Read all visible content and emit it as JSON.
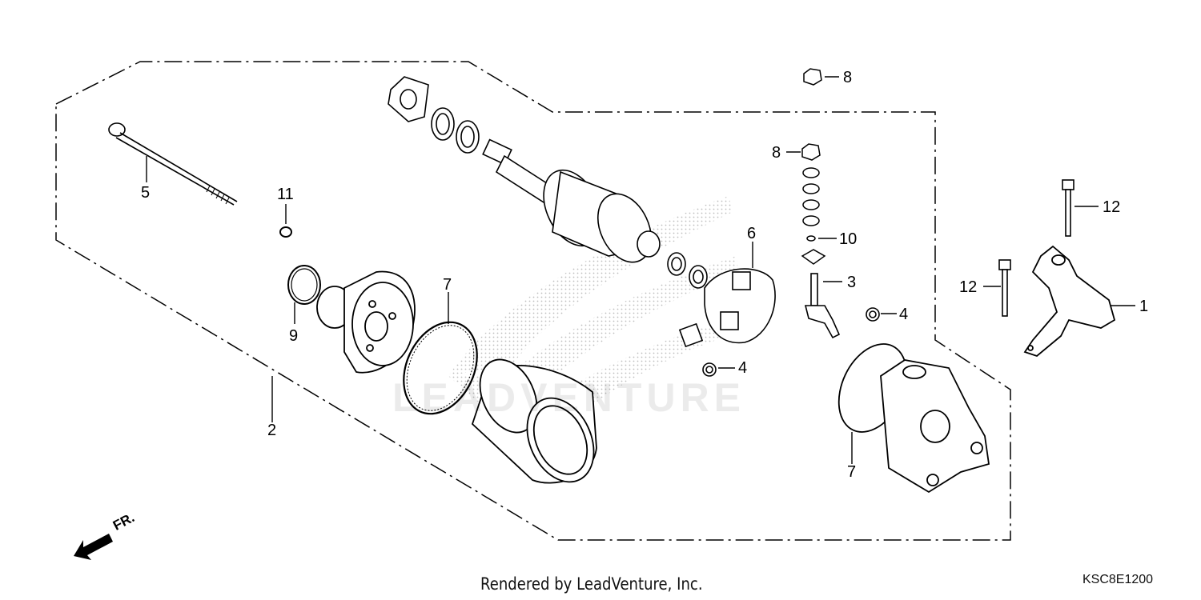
{
  "callouts": {
    "c1": "1",
    "c2": "2",
    "c3": "3",
    "c4a": "4",
    "c4b": "4",
    "c5": "5",
    "c6": "6",
    "c7a": "7",
    "c7b": "7",
    "c8a": "8",
    "c8b": "8",
    "c9": "9",
    "c10": "10",
    "c11": "11",
    "c12a": "12",
    "c12b": "12"
  },
  "direction_label": "FR.",
  "watermark": "LEADVENTURE",
  "footer": {
    "credit": "Rendered by LeadVenture, Inc.",
    "diagram_code": "KSC8E1200"
  },
  "colors": {
    "line": "#000000",
    "background": "#ffffff",
    "watermark": "#d8d8d8"
  }
}
